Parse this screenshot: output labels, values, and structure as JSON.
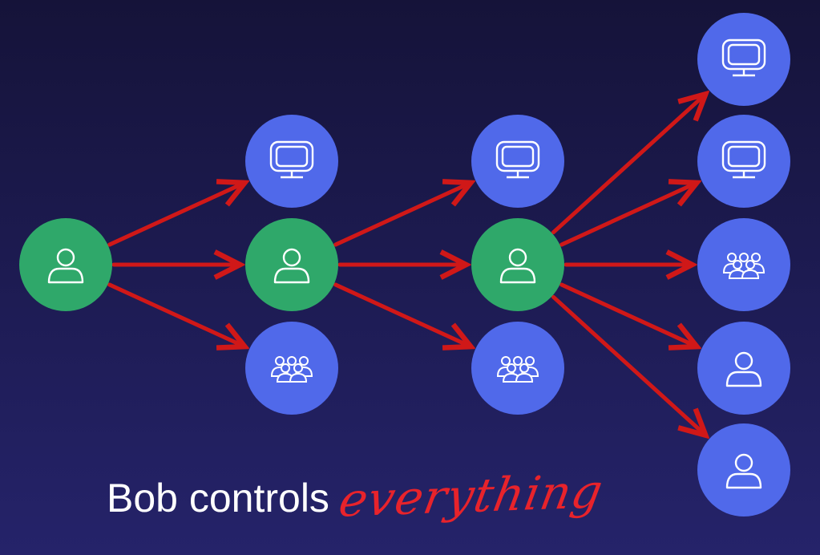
{
  "caption": {
    "main": "Bob controls",
    "emphasis": "everything"
  },
  "colors": {
    "background": "#1d1b52",
    "person_node": "#2fa86a",
    "resource_node": "#5069ea",
    "arrow": "#d01818",
    "icon": "#ffffff",
    "emphasis": "#e8232b"
  },
  "nodes": [
    {
      "id": "root",
      "icon": "person-icon",
      "kind": "person"
    },
    {
      "id": "l1-computer",
      "icon": "monitor-icon",
      "kind": "resource"
    },
    {
      "id": "l1-user",
      "icon": "person-icon",
      "kind": "person"
    },
    {
      "id": "l1-group",
      "icon": "group-icon",
      "kind": "resource"
    },
    {
      "id": "l2-computer",
      "icon": "monitor-icon",
      "kind": "resource"
    },
    {
      "id": "l2-user",
      "icon": "person-icon",
      "kind": "person"
    },
    {
      "id": "l2-group",
      "icon": "group-icon",
      "kind": "resource"
    },
    {
      "id": "l3-computer-1",
      "icon": "monitor-icon",
      "kind": "resource"
    },
    {
      "id": "l3-computer-2",
      "icon": "monitor-icon",
      "kind": "resource"
    },
    {
      "id": "l3-group",
      "icon": "group-icon",
      "kind": "resource"
    },
    {
      "id": "l3-user-1",
      "icon": "person-icon",
      "kind": "resource"
    },
    {
      "id": "l3-user-2",
      "icon": "person-icon",
      "kind": "resource"
    }
  ],
  "edges": [
    [
      "root",
      "l1-computer"
    ],
    [
      "root",
      "l1-user"
    ],
    [
      "root",
      "l1-group"
    ],
    [
      "l1-user",
      "l2-computer"
    ],
    [
      "l1-user",
      "l2-user"
    ],
    [
      "l1-user",
      "l2-group"
    ],
    [
      "l2-user",
      "l3-computer-1"
    ],
    [
      "l2-user",
      "l3-computer-2"
    ],
    [
      "l2-user",
      "l3-group"
    ],
    [
      "l2-user",
      "l3-user-1"
    ],
    [
      "l2-user",
      "l3-user-2"
    ]
  ]
}
